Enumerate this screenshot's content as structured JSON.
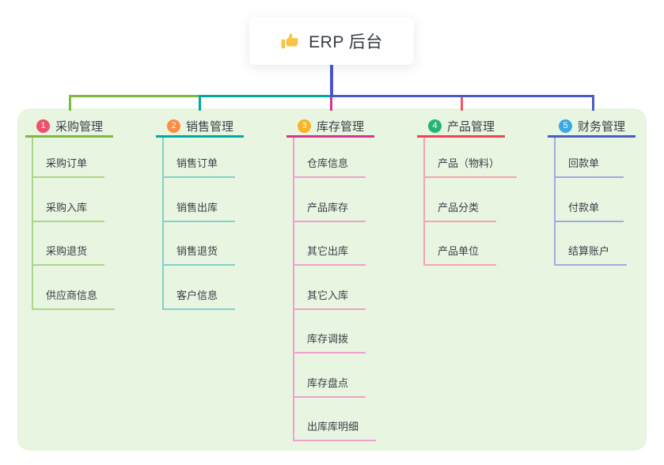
{
  "root": {
    "title": "ERP 后台",
    "icon": "thumbs-up-icon",
    "icon_color": "#f6c344"
  },
  "canvas": {
    "background": "#ffffff",
    "panel_background": "#e8f5e1",
    "trunk_color": "#4a55c8"
  },
  "branches": [
    {
      "number": "1",
      "label": "采购管理",
      "color": "#7cb93e",
      "light_color": "#abd689",
      "badge_color": "#f0506a",
      "children": [
        "采购订单",
        "采购入库",
        "采购退货",
        "供应商信息"
      ]
    },
    {
      "number": "2",
      "label": "销售管理",
      "color": "#00aaa2",
      "light_color": "#82d2cc",
      "badge_color": "#ff8c42",
      "children": [
        "销售订单",
        "销售出库",
        "销售退货",
        "客户信息"
      ]
    },
    {
      "number": "3",
      "label": "库存管理",
      "color": "#d63490",
      "light_color": "#efa0cd",
      "badge_color": "#fbb321",
      "children": [
        "仓库信息",
        "产品库存",
        "其它出库",
        "其它入库",
        "库存调拨",
        "库存盘点",
        "出库库明细"
      ]
    },
    {
      "number": "4",
      "label": "产品管理",
      "color": "#ef4450",
      "light_color": "#f9a3a8",
      "badge_color": "#22b573",
      "children": [
        "产品（物料）",
        "产品分类",
        "产品单位"
      ]
    },
    {
      "number": "5",
      "label": "财务管理",
      "color": "#4a5cc5",
      "light_color": "#9fadde",
      "badge_color": "#38a9e4",
      "children": [
        "回款单",
        "付款单",
        "结算账户"
      ]
    }
  ]
}
